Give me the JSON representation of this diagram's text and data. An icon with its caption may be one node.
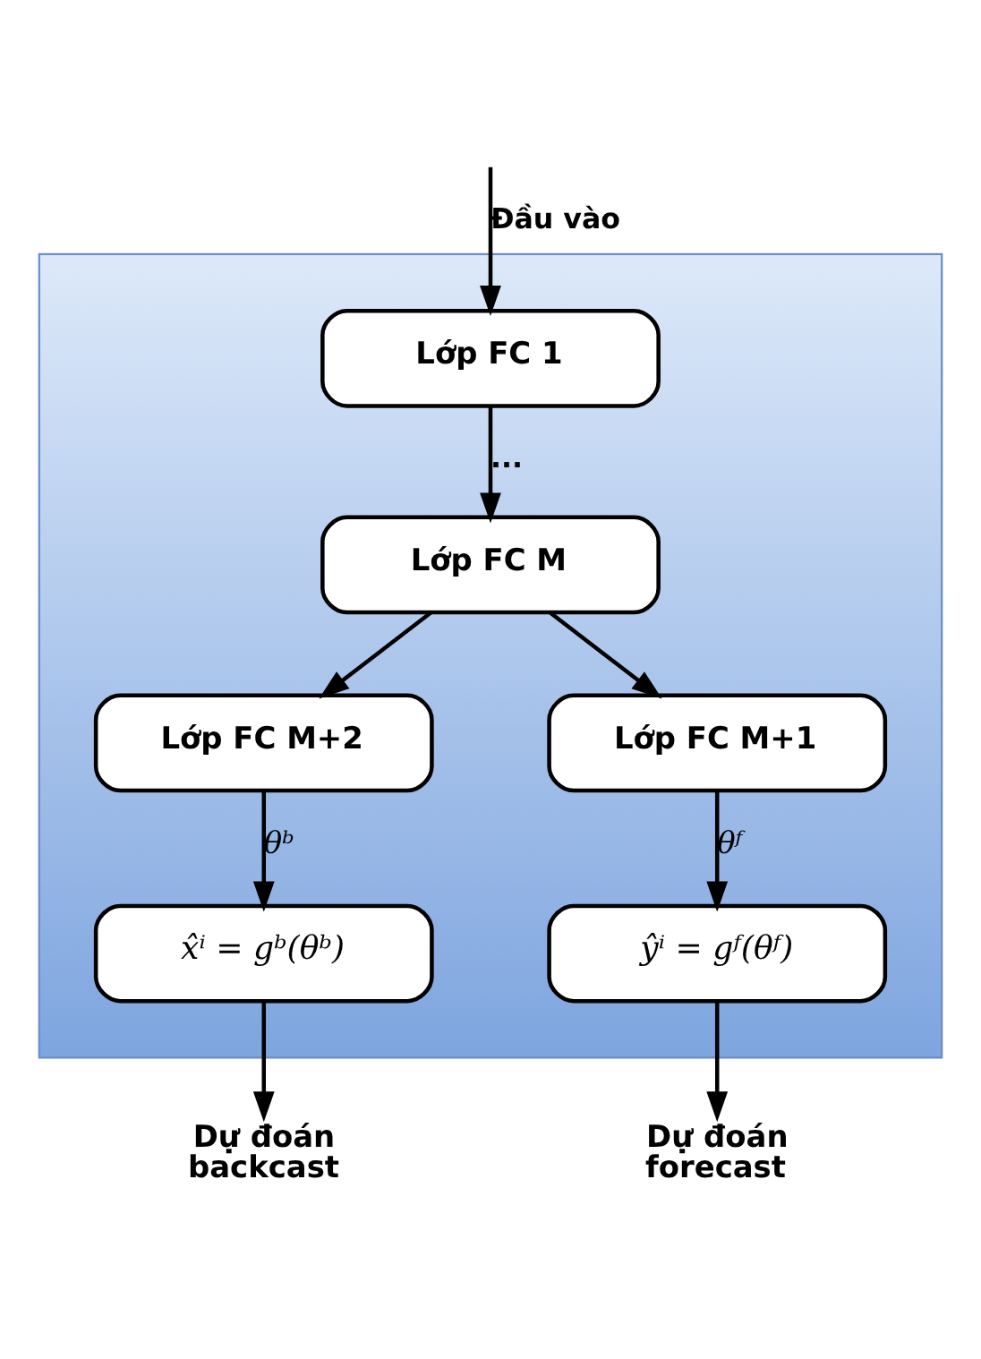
{
  "diagram": {
    "nodes": [
      {
        "text": [],
        "shape": "box"
      },
      {
        "text": [
          "Lớp FC 1"
        ],
        "in": 0
      },
      {
        "text": [
          "Lớp FC M"
        ],
        "in": 0
      },
      {
        "text": [
          "Lớp FC M+2"
        ],
        "in": 0
      },
      {
        "text": [
          "Lớp FC M+1"
        ],
        "in": 0
      },
      {
        "text": [
          "x̂ⁱ = gᵇ(θᵇ)"
        ],
        "in": 0
      },
      {
        "text": [
          "ŷⁱ = gᶠ(θᶠ)"
        ],
        "in": 0
      },
      {
        "text": [
          "Dự đoán backcast"
        ]
      },
      {
        "text": [
          "Dự đoán forecast"
        ]
      }
    ],
    "edges": [
      {
        "from": null,
        "to": 1,
        "arrow": "to",
        "label": "Đầu vào"
      },
      {
        "from": 1,
        "to": 2,
        "arrow": "to",
        "label": "..."
      },
      {
        "from": 2,
        "to": 3,
        "arrow": "to"
      },
      {
        "from": 2,
        "to": 4,
        "arrow": "to"
      },
      {
        "from": 3,
        "to": 5,
        "arrow": "to",
        "label": "θᵇ"
      },
      {
        "from": 4,
        "to": 6,
        "arrow": "to",
        "label": "θᶠ"
      },
      {
        "from": 5,
        "to": 7,
        "arrow": "to"
      },
      {
        "from": 6,
        "to": 8,
        "arrow": "to"
      }
    ]
  }
}
